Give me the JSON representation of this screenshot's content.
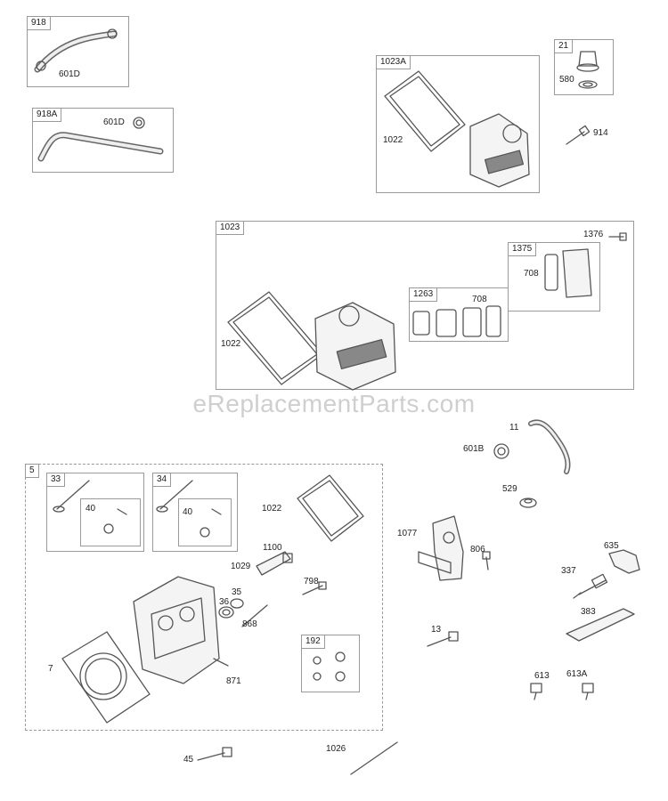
{
  "watermark": "eReplacementParts.com",
  "groups": {
    "g918": "918",
    "g918a": "918A",
    "g1023a": "1023A",
    "g21": "21",
    "g1023": "1023",
    "g1375": "1375",
    "g1263": "1263",
    "g5": "5",
    "g33": "33",
    "g34": "34",
    "g192": "192"
  },
  "parts": {
    "p601d_a": "601D",
    "p601d_b": "601D",
    "p1022_a": "1022",
    "p580": "580",
    "p914": "914",
    "p1376": "1376",
    "p708_a": "708",
    "p708_b": "708",
    "p1022_b": "1022",
    "p11": "11",
    "p601b": "601B",
    "p529": "529",
    "p1077": "1077",
    "p806": "806",
    "p635": "635",
    "p337": "337",
    "p383": "383",
    "p13": "13",
    "p613": "613",
    "p613a": "613A",
    "p40_a": "40",
    "p40_b": "40",
    "p1022_c": "1022",
    "p1100": "1100",
    "p1029": "1029",
    "p798": "798",
    "p35": "35",
    "p36": "36",
    "p868": "868",
    "p7": "7",
    "p871": "871",
    "p45": "45",
    "p1026": "1026"
  }
}
